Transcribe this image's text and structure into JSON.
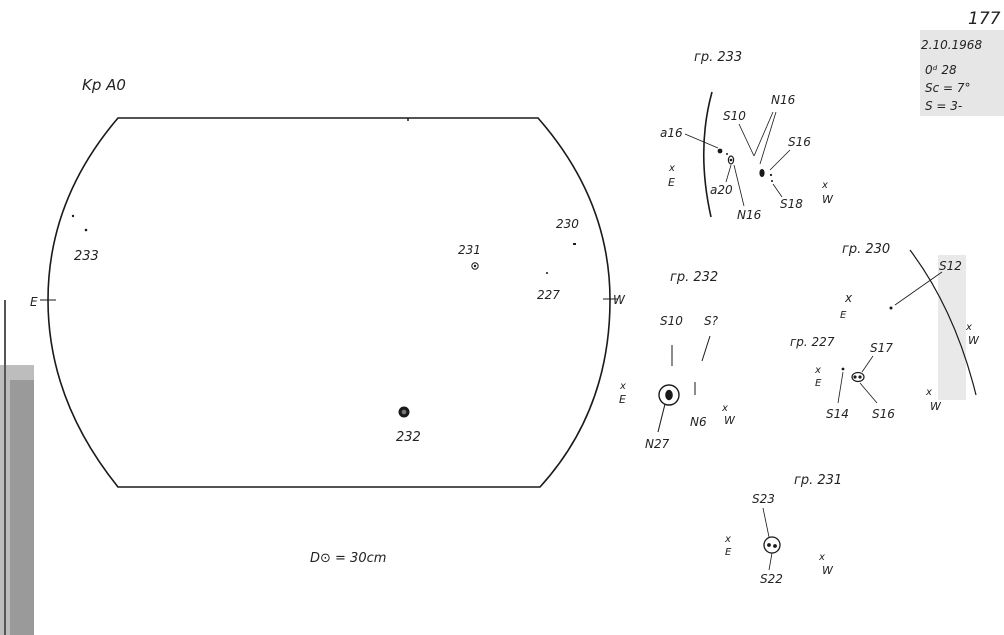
{
  "page_number": "177",
  "header": {
    "date": "2.10.1968",
    "time": "0ᵈ 28",
    "seeing_c": "Sc = 7°",
    "seeing_s": "S = 3-"
  },
  "disk": {
    "title": "Kp A0",
    "east_label": "E",
    "west_label": "W",
    "diameter": "D⊙ = 30cm",
    "groups": [
      {
        "name": "233"
      },
      {
        "name": "231"
      },
      {
        "name": "230"
      },
      {
        "name": "227"
      },
      {
        "name": "232"
      }
    ]
  },
  "details": {
    "g233": {
      "title": "гр. 233",
      "labels": {
        "a16": "a16",
        "s10": "S10",
        "n16_top": "N16",
        "s16": "S16",
        "a20": "a20",
        "n16_bottom": "N16",
        "s18": "S18",
        "east": "E",
        "west": "W"
      }
    },
    "g232": {
      "title": "гр. 232",
      "labels": {
        "s10": "S10",
        "sq": "S?",
        "n27": "N27",
        "n6": "N6",
        "east": "E",
        "west": "W"
      }
    },
    "g230": {
      "title": "гр. 230",
      "labels": {
        "s12": "S12",
        "east": "E",
        "west": "W"
      }
    },
    "g227": {
      "title": "гр. 227",
      "labels": {
        "s17": "S17",
        "s14": "S14",
        "s16": "S16",
        "east": "E",
        "west": "W"
      }
    },
    "g231": {
      "title": "гр. 231",
      "labels": {
        "s23": "S23",
        "s22": "S22",
        "east": "E",
        "west": "W"
      }
    }
  },
  "colors": {
    "ink": "#1a1a1a",
    "margin_stripe": "#9a9a9a",
    "header_box": "#e6e6e6"
  }
}
